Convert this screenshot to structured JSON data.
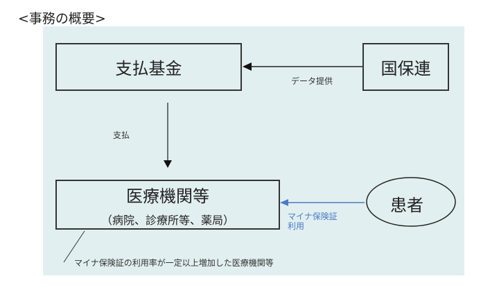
{
  "title": "<事務の概要>",
  "diagram": {
    "nodes": {
      "payment_fund": {
        "label": "支払基金"
      },
      "national_insurance_federation": {
        "label": "国保連"
      },
      "medical_institutions": {
        "label": "医療機関等",
        "sublabel": "（病院、診療所等、薬局）"
      },
      "patient": {
        "label": "患者"
      }
    },
    "edges": {
      "data_provision": {
        "label": "データ提供"
      },
      "payment": {
        "label": "支払"
      },
      "my_number_card_use": {
        "label_line1": "マイナ保険証",
        "label_line2": "利用"
      }
    },
    "annotation": "マイナ保険証の利用率が一定以上増加した医療機関等"
  },
  "colors": {
    "panel_bg": "#e2eff0",
    "box_border": "#333333",
    "blue_arrow": "#4a7cc4"
  }
}
